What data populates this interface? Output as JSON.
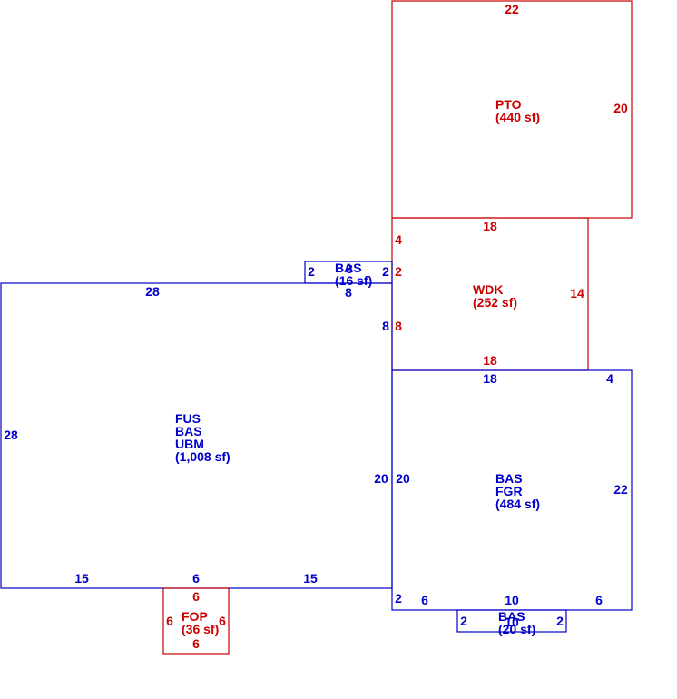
{
  "colors": {
    "blue": "#0000cc",
    "red": "#cc0000"
  },
  "areas": {
    "pto": {
      "lines": [
        "PTO",
        "(440 sf)"
      ],
      "color": "red"
    },
    "wdk": {
      "lines": [
        "WDK",
        "(252 sf)"
      ],
      "color": "red"
    },
    "bas_top": {
      "lines": [
        "BAS",
        "(16 sf)"
      ],
      "color": "blue"
    },
    "fus": {
      "lines": [
        "FUS",
        "BAS",
        "UBM",
        "(1,008 sf)"
      ],
      "color": "blue"
    },
    "fgr": {
      "lines": [
        "BAS",
        "FGR",
        "(484 sf)"
      ],
      "color": "blue"
    },
    "fop": {
      "lines": [
        "FOP",
        "(36 sf)"
      ],
      "color": "red"
    },
    "bas_bottom": {
      "lines": [
        "BAS",
        "(20 sf)"
      ],
      "color": "blue"
    }
  },
  "dimensions": {
    "pto_top": "22",
    "pto_right": "20",
    "wdk_top": "18",
    "wdk_left_a": "4",
    "wdk_left_b": "2",
    "wdk_left_c": "8",
    "wdk_right": "14",
    "wdk_bottom": "18",
    "bas_top_left": "2",
    "bas_top_top": "8",
    "bas_top_right": "2",
    "bas_top_bottom": "8",
    "fus_top": "28",
    "fus_left": "28",
    "fus_right_upper": "8",
    "fus_right": "20",
    "fus_bottom_left": "15",
    "fus_bottom_mid": "6",
    "fus_bottom_right": "15",
    "fgr_top": "18",
    "fgr_top_right": "4",
    "fgr_left": "20",
    "fgr_right": "22",
    "fgr_left_bottom": "2",
    "fgr_bottom_left": "6",
    "fgr_bottom_mid": "10",
    "fgr_bottom_right": "6",
    "fop_top": "6",
    "fop_left": "6",
    "fop_right": "6",
    "fop_bottom": "6",
    "bas_bottom_left": "2",
    "bas_bottom_top": "10",
    "bas_bottom_right": "2"
  }
}
